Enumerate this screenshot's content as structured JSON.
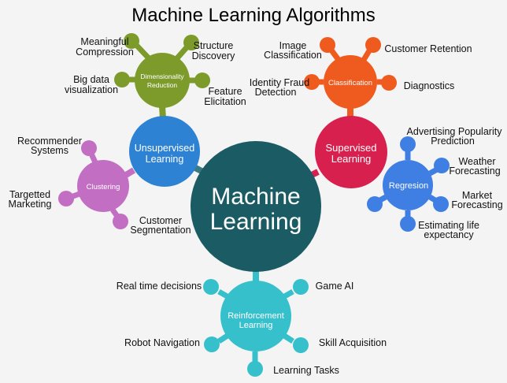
{
  "title": "Machine Learning Algorithms",
  "center": {
    "line1": "Machine",
    "line2": "Learning",
    "color": "#1a5b64"
  },
  "branches": [
    {
      "id": "unsupervised",
      "line1": "Unsupervised",
      "line2": "Learning",
      "color": "#2e82d4",
      "children": [
        {
          "id": "dimensionality-reduction",
          "line1": "Dimensionality",
          "line2": "Reduction",
          "color": "#7d9b2b",
          "leaves": [
            {
              "line1": "Meaningful",
              "line2": "Compression"
            },
            {
              "line1": "Structure",
              "line2": "Discovery"
            },
            {
              "line1": "Big data",
              "line2": "visualization"
            },
            {
              "line1": "Feature",
              "line2": "Elicitation"
            }
          ]
        },
        {
          "id": "clustering",
          "line1": "Clustering",
          "line2": "",
          "color": "#c26ec3",
          "leaves": [
            {
              "line1": "Recommender",
              "line2": "Systems"
            },
            {
              "line1": "Targetted",
              "line2": "Marketing"
            },
            {
              "line1": "Customer",
              "line2": "Segmentation"
            }
          ]
        }
      ]
    },
    {
      "id": "supervised",
      "line1": "Supervised",
      "line2": "Learning",
      "color": "#d8204f",
      "children": [
        {
          "id": "classification",
          "line1": "Classification",
          "line2": "",
          "color": "#ef5a1e",
          "leaves": [
            {
              "line1": "Image",
              "line2": "Classification"
            },
            {
              "line1": "Customer Retention",
              "line2": ""
            },
            {
              "line1": "Identity Fraud",
              "line2": "Detection"
            },
            {
              "line1": "Diagnostics",
              "line2": ""
            }
          ]
        },
        {
          "id": "regression",
          "line1": "Regresion",
          "line2": "",
          "color": "#3f7ee2",
          "leaves": [
            {
              "line1": "Advertising Popularity",
              "line2": "Prediction"
            },
            {
              "line1": "Weather",
              "line2": "Forecasting"
            },
            {
              "line1": "Market",
              "line2": "Forecasting"
            },
            {
              "line1": "Estimating life",
              "line2": "expectancy"
            }
          ]
        }
      ]
    },
    {
      "id": "reinforcement",
      "line1": "Reinforcement",
      "line2": "Learning",
      "color": "#36c0cc",
      "leaves": [
        {
          "line1": "Real time decisions",
          "line2": ""
        },
        {
          "line1": "Game AI",
          "line2": ""
        },
        {
          "line1": "Robot Navigation",
          "line2": ""
        },
        {
          "line1": "Skill Acquisition",
          "line2": ""
        },
        {
          "line1": "Learning Tasks",
          "line2": ""
        }
      ]
    }
  ]
}
